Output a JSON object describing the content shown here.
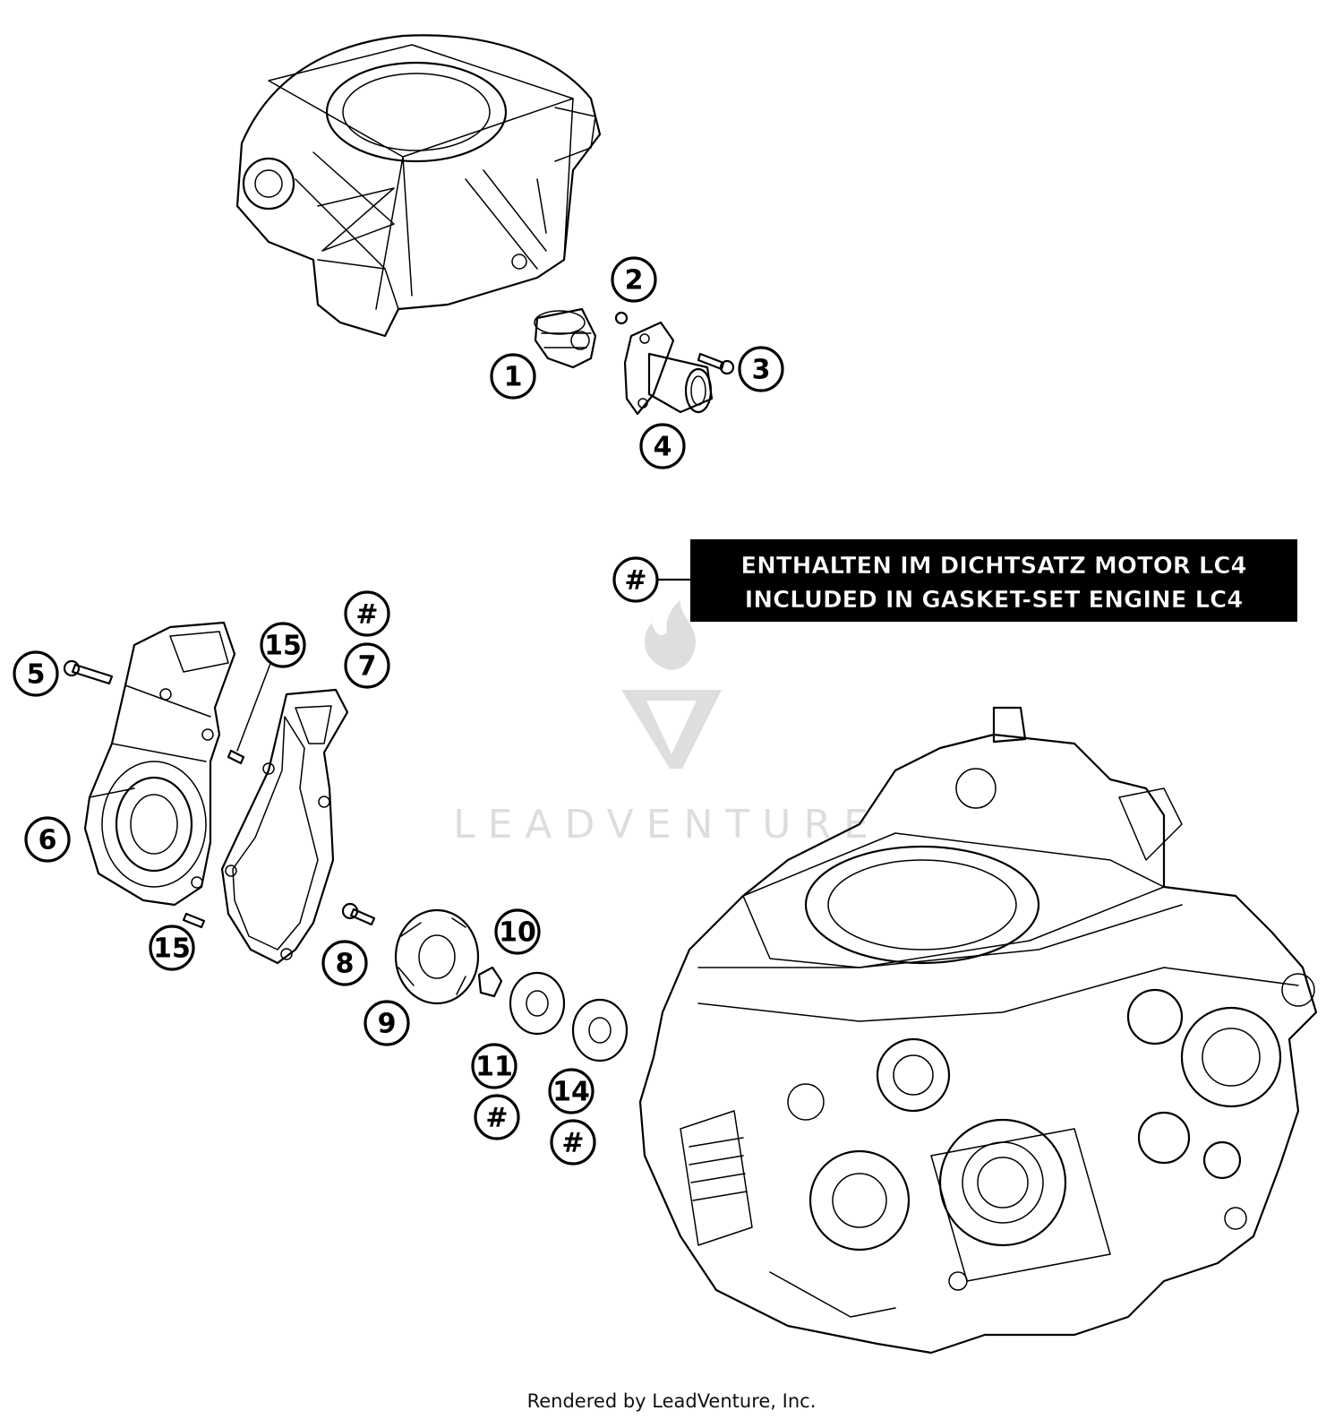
{
  "callouts": {
    "c1": "1",
    "c2": "2",
    "c3": "3",
    "c4": "4",
    "c5": "5",
    "c6": "6",
    "c7": "7",
    "c7hash": "#",
    "c8": "8",
    "c9": "9",
    "c10": "10",
    "c11": "11",
    "c11hash": "#",
    "c14": "14",
    "c14hash": "#",
    "c15a": "15",
    "c15b": "15",
    "legend_hash": "#"
  },
  "note": {
    "line1": "ENTHALTEN IM DICHTSATZ MOTOR LC4",
    "line2": "INCLUDED IN GASKET-SET ENGINE LC4"
  },
  "watermark": {
    "text": "LEADVENTURE"
  },
  "footer": {
    "credit": "Rendered by LeadVenture, Inc."
  }
}
